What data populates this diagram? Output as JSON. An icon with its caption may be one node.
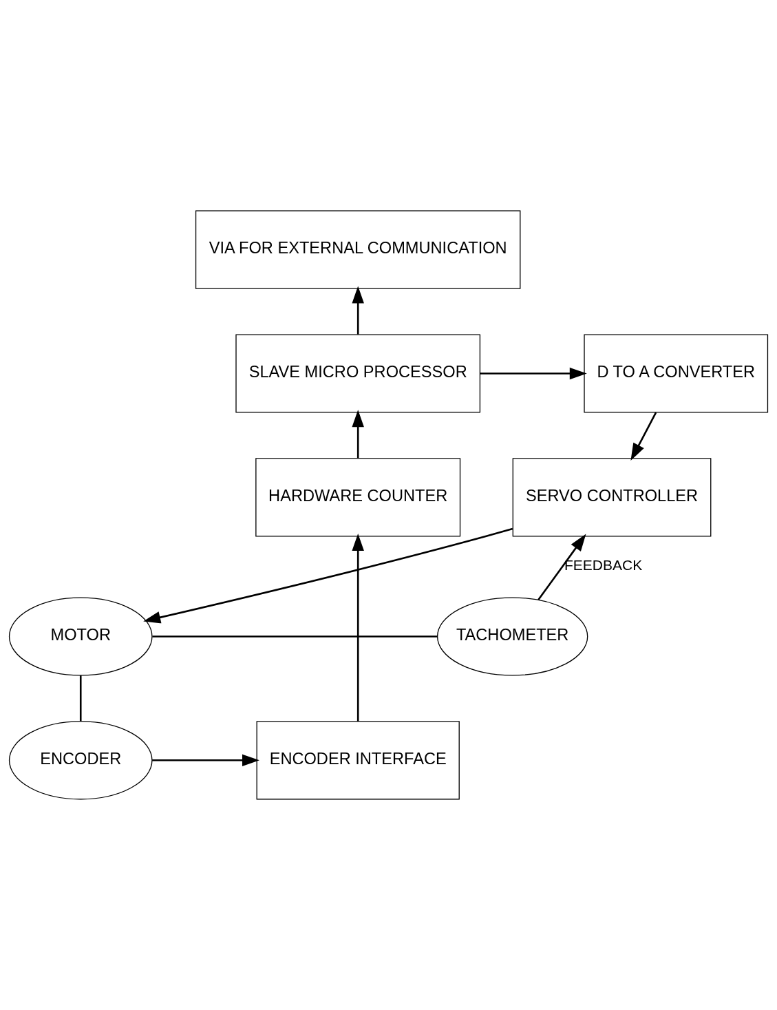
{
  "diagram": {
    "nodes": [
      {
        "text": [
          "VIA FOR EXTERNAL COMMUNICATION"
        ]
      },
      {
        "text": [
          "SLAVE MICRO PROCESSOR"
        ]
      },
      {
        "text": [
          "D TO A CONVERTER"
        ]
      },
      {
        "text": [
          "SERVO CONTROLLER"
        ]
      },
      {
        "text": [
          "HARDWARE COUNTER"
        ]
      },
      {
        "text": [
          "MOTOR"
        ]
      },
      {
        "text": [
          "TACHOMETER"
        ]
      },
      {
        "text": [
          "ENCODER INTERFACE"
        ]
      },
      {
        "text": [
          "ENCODER"
        ]
      }
    ],
    "edges": [
      {
        "from": 1,
        "to": 0,
        "arrow": "to"
      },
      {
        "from": 4,
        "to": 1,
        "arrow": "to"
      },
      {
        "from": 7,
        "to": 4,
        "arrow": "to"
      },
      {
        "from": 1,
        "to": 2,
        "arrow": "to"
      },
      {
        "from": 2,
        "to": 3,
        "arrow": "to"
      },
      {
        "from": 3,
        "to": 5,
        "arrow": "to"
      },
      {
        "from": 6,
        "to": 3,
        "label": "FEEDBACK",
        "arrow": "to"
      },
      {
        "from": 5,
        "to": 6,
        "arrow": "none"
      },
      {
        "from": 8,
        "to": 5,
        "arrow": "none"
      },
      {
        "from": 8,
        "to": 7,
        "arrow": "to"
      }
    ]
  }
}
